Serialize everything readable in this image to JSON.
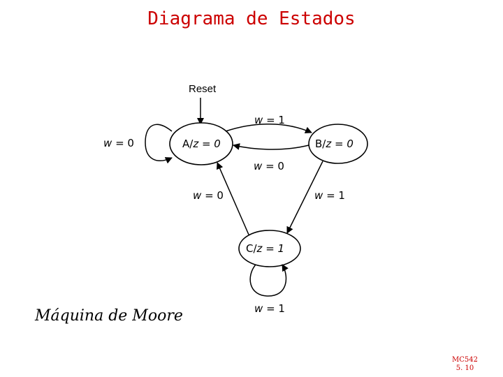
{
  "title": "Diagrama de Estados",
  "subtitle": "Máquina de Moore",
  "reset_label": "Reset",
  "states": {
    "a": {
      "name": "A",
      "output": "z = 0"
    },
    "b": {
      "name": "B",
      "output": "z = 0"
    },
    "c": {
      "name": "C",
      "output": "z = 1"
    }
  },
  "transitions": {
    "a_self": {
      "var": "w",
      "val": "= 0"
    },
    "a_to_b": {
      "var": "w",
      "val": "= 1"
    },
    "b_to_a": {
      "var": "w",
      "val": "= 0"
    },
    "c_to_a": {
      "var": "w",
      "val": "= 0"
    },
    "b_to_c": {
      "var": "w",
      "val": "= 1"
    },
    "c_self": {
      "var": "w",
      "val": "= 1"
    }
  },
  "footer": {
    "course": "MC542",
    "page": "5. 10"
  },
  "colors": {
    "title": "#cc0000",
    "lines": "#000000"
  }
}
